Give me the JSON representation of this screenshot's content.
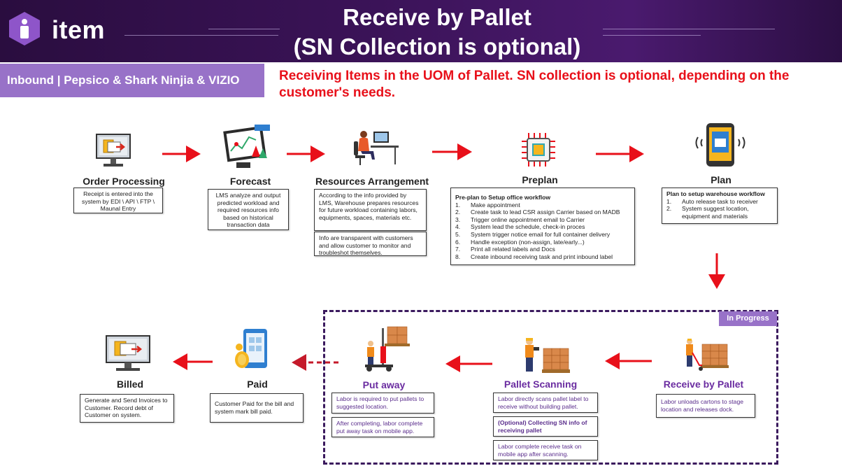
{
  "header": {
    "logo_text": "item",
    "title_line1": "Receive by Pallet",
    "title_line2": "(SN Collection is optional)"
  },
  "tag": "Inbound | Pepsico & Shark Ninjia & VIZIO",
  "description": "Receiving Items in the UOM of Pallet. SN collection is optional, depending on the customer's needs.",
  "stages": {
    "order_processing": {
      "title": "Order Processing",
      "box": "Receipt is entered into the system by EDI \\ API \\ FTP \\ Maunal Entry"
    },
    "forecast": {
      "title": "Forecast",
      "box": "LMS analyze and output predicted workload and required resources info based on historical transaction data"
    },
    "resources": {
      "title": "Resources Arrangement",
      "box1": "According to the info provided by LMS, Warehouse prepares resources for future workload containing labors, equipments, spaces, materials etc.",
      "box2": "Info are transparent with customers and allow customer to monitor and troubleshot themselves."
    },
    "preplan": {
      "title": "Preplan",
      "heading": "Pre-plan to Setup office workflow",
      "items": [
        {
          "n": "1.",
          "t": "Make appointment"
        },
        {
          "n": "2.",
          "t": "Create task to lead CSR assign Carrier based on MADB"
        },
        {
          "n": "3.",
          "t": "Trigger online appointment email to Carrier"
        },
        {
          "n": "4.",
          "t": "System lead the schedule, check-in proces"
        },
        {
          "n": "5.",
          "t": "System trigger notice email for full container delivery"
        },
        {
          "n": "6.",
          "t": "Handle exception (non-assign, late/early...)"
        },
        {
          "n": "7.",
          "t": "Print all related labels and Docs"
        },
        {
          "n": "8.",
          "t": "Create inbound receiving task and print inbound label"
        }
      ]
    },
    "plan": {
      "title": "Plan",
      "heading": "Plan to setup warehouse workflow",
      "items": [
        {
          "n": "1.",
          "t": "Auto release task to receiver"
        },
        {
          "n": "2.",
          "t": "System suggest location, equipment and materials"
        }
      ]
    },
    "receive_by_pallet": {
      "title": "Receive by Pallet",
      "box": "Labor unloads cartons to stage location and releases dock."
    },
    "pallet_scanning": {
      "title": "Pallet Scanning",
      "box1": "Labor directly scans pallet label to receive without building pallet.",
      "box2": "(Optional) Collecting SN info of receiving pallet",
      "box3": "Labor complete receive  task on mobile app after scanning."
    },
    "put_away": {
      "title": "Put away",
      "box1": "Labor is required to put pallets to suggested location.",
      "box2": "After completing, labor complete put away task on mobile app."
    },
    "paid": {
      "title": "Paid",
      "box": "Customer Paid for the bill and system mark bill paid."
    },
    "billed": {
      "title": "Billed",
      "box": "Generate and Send Invoices to Customer. Record debt of Customer on system."
    }
  },
  "in_progress_label": "In Progress",
  "colors": {
    "header_bg": "#3b1358",
    "accent_purple": "#9872c8",
    "arrow_red": "#e8101a",
    "frame": "#3b1a5e"
  },
  "icons": [
    "monitor-invoice-icon",
    "forecast-chart-icon",
    "desk-worker-icon",
    "chip-icon",
    "smartphone-icon",
    "worker-pallet-icon",
    "worker-scan-icon",
    "forklift-icon",
    "mobile-payment-icon"
  ]
}
